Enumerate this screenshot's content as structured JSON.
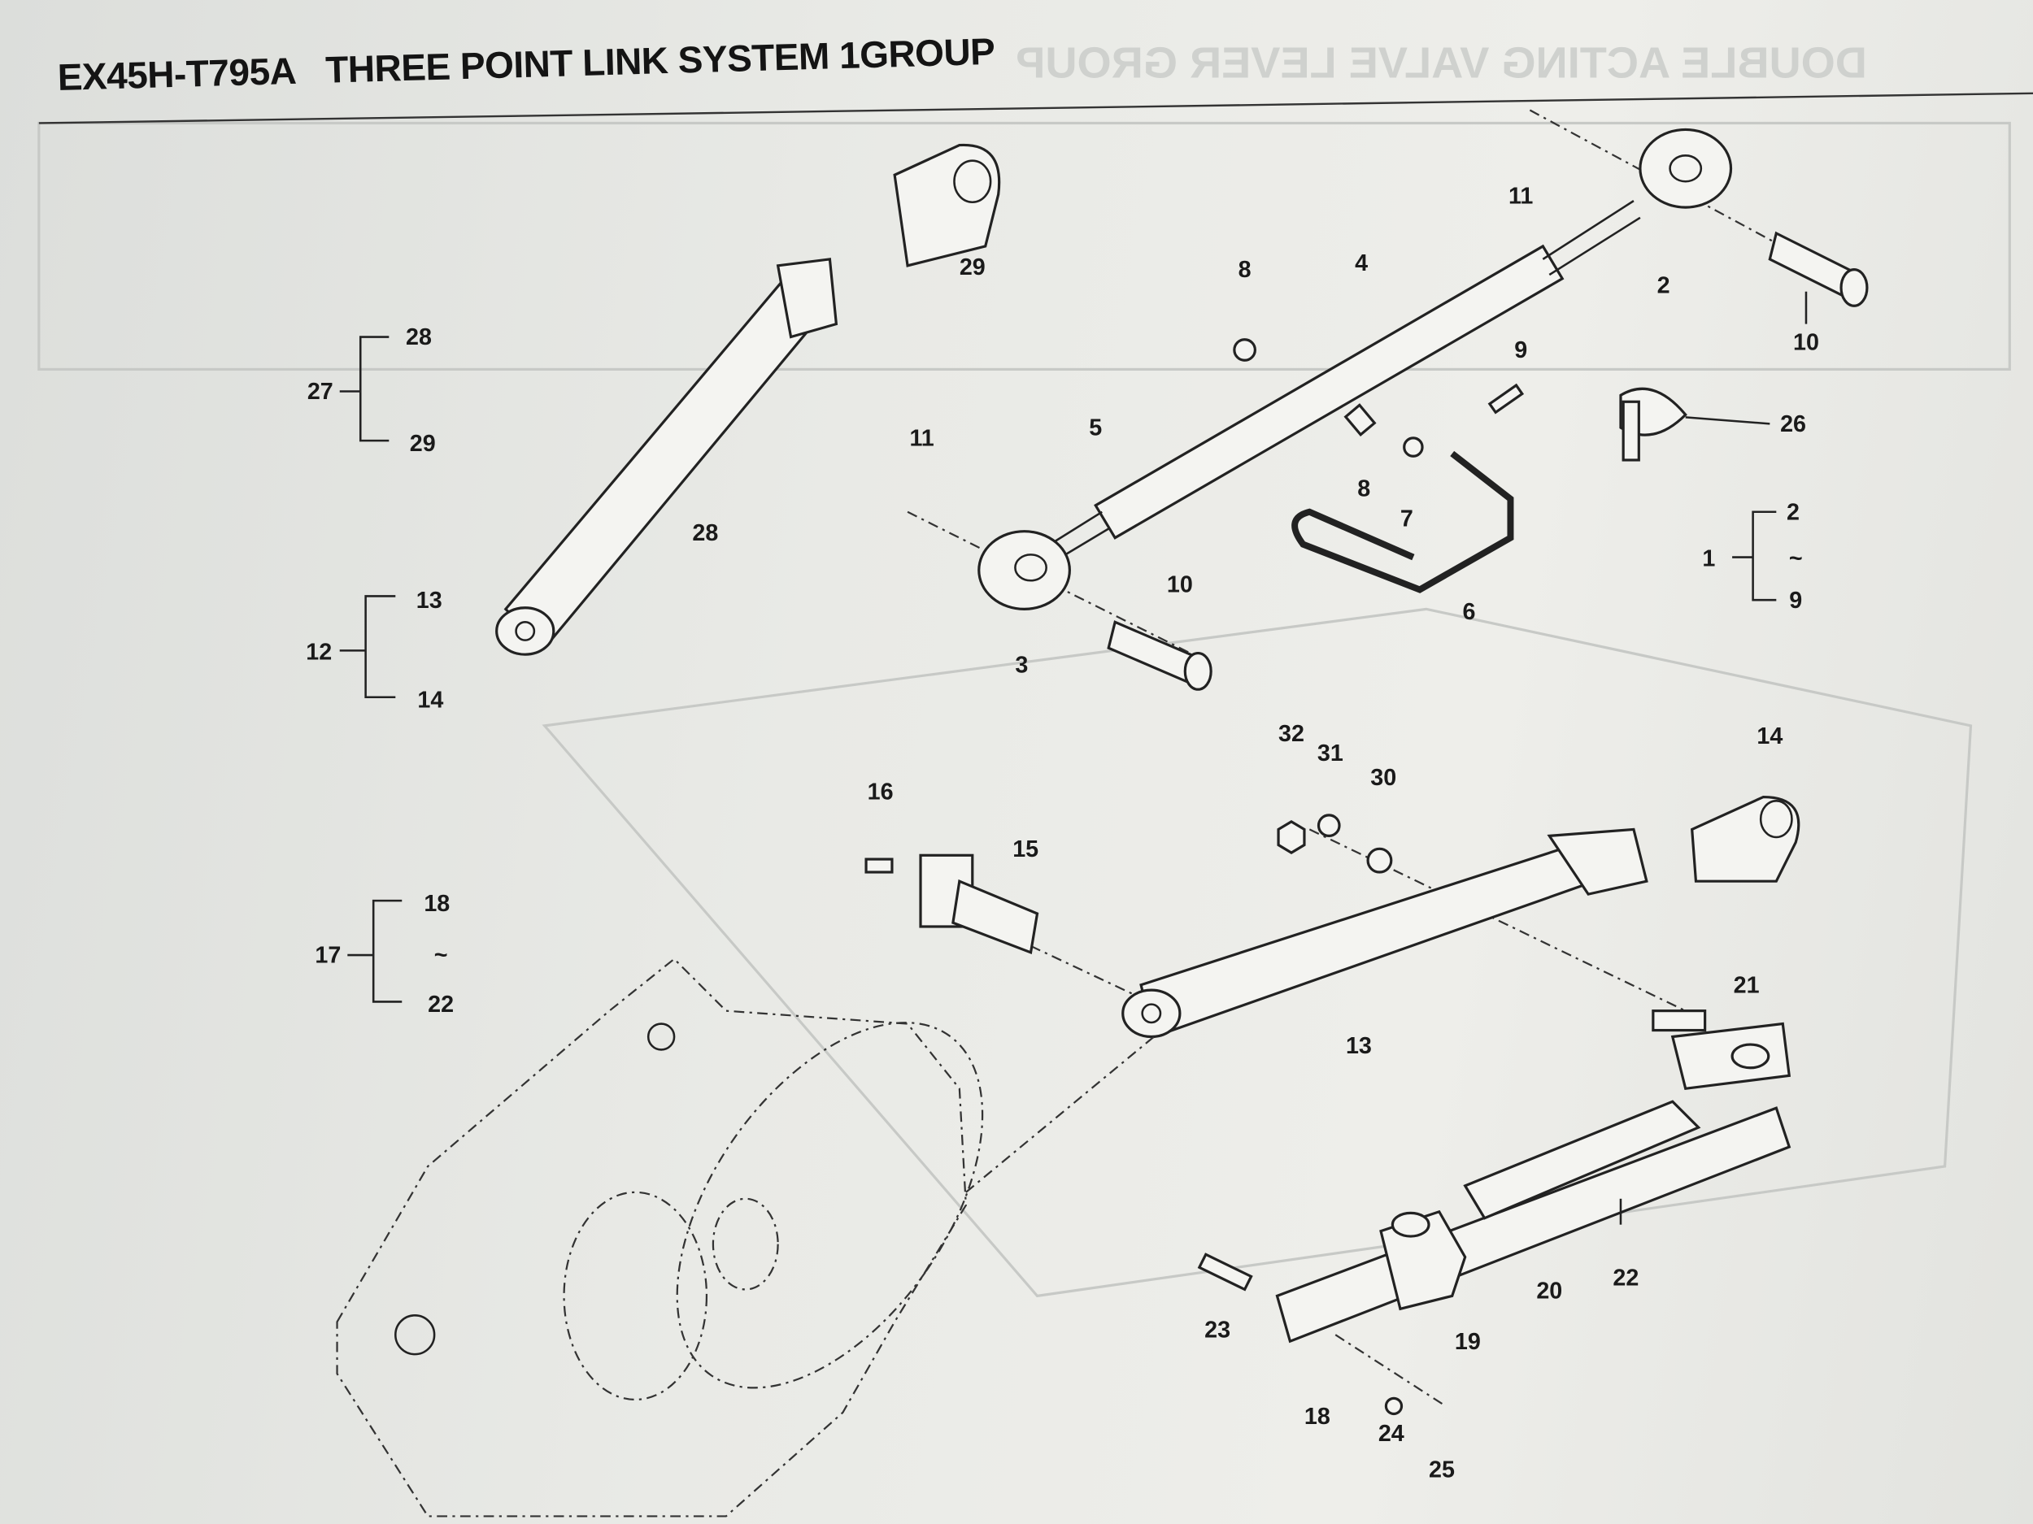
{
  "header": {
    "model": "EX45H-T795A",
    "title": "THREE POINT LINK SYSTEM 1GROUP"
  },
  "show_through": {
    "reversed_title": "DOUBLE ACTING VALVE LEVER GROUP"
  },
  "callouts": [
    "29",
    "8",
    "4",
    "11",
    "2",
    "10",
    "28",
    "27",
    "29",
    "9",
    "26",
    "11",
    "5",
    "8",
    "7",
    "28",
    "2",
    "1",
    "~",
    "9",
    "13",
    "12",
    "10",
    "6",
    "3",
    "14",
    "32",
    "31",
    "30",
    "14",
    "16",
    "15",
    "18",
    "17",
    "~",
    "22",
    "21",
    "13",
    "20",
    "22",
    "23",
    "19",
    "18",
    "24",
    "25"
  ]
}
